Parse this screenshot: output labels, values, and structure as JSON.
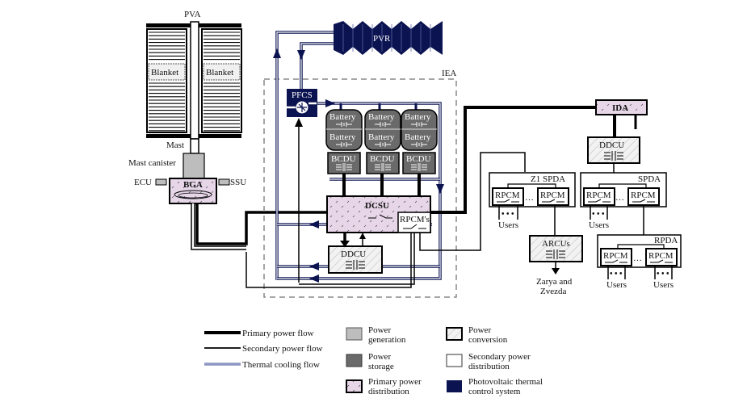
{
  "colors": {
    "navy": "#0b1350",
    "thermal": "#4a58a0",
    "thermal_light": "#aab2d8",
    "generation": "#bdbdbd",
    "storage": "#6a6a6a",
    "primary_dist": "#e6d6e8",
    "conversion_fill": "#f0f0f0",
    "black": "#000000",
    "dashed": "#888888"
  },
  "pva": {
    "label": "PVA",
    "blanket_left": "Blanket",
    "blanket_right": "Blanket"
  },
  "mast": {
    "mast_label": "Mast",
    "canister_label": "Mast canister"
  },
  "bga": {
    "label": "BGA",
    "ecu_label": "ECU",
    "ssu_label": "SSU"
  },
  "pvr": {
    "label": "PVR"
  },
  "iea": {
    "label": "IEA"
  },
  "pfcs": {
    "label": "PFCS"
  },
  "batteries": [
    {
      "top": "Battery",
      "bottom": "Battery",
      "bcdu": "BCDU"
    },
    {
      "top": "Battery",
      "bottom": "Battery",
      "bcdu": "BCDU"
    },
    {
      "top": "Battery",
      "bottom": "Battery",
      "bcdu": "BCDU"
    }
  ],
  "dcsu": {
    "label": "DCSU",
    "rpcms_label": "RPCM's"
  },
  "ddcu_iea": {
    "label": "DDCU"
  },
  "ida": {
    "label": "IDA"
  },
  "ddcu_right": {
    "label": "DDCU"
  },
  "z1_spda": {
    "label": "Z1 SPDA",
    "rpcm_left": "RPCM",
    "rpcm_right": "RPCM",
    "ellipsis": "…",
    "users": "Users",
    "users_dots": "• • •"
  },
  "spda": {
    "label": "SPDA",
    "rpcm_left": "RPCM",
    "rpcm_right": "RPCM",
    "ellipsis": "…",
    "users": "Users",
    "users_dots": "• • •"
  },
  "arcus": {
    "label": "ARCUs",
    "dest_line1": "Zarya and",
    "dest_line2": "Zvezda"
  },
  "rpda": {
    "label": "RPDA",
    "rpcm_left": "RPCM",
    "rpcm_right": "RPCM",
    "ellipsis": "…",
    "users_left": "Users",
    "users_right": "Users",
    "users_dots": "• • •"
  },
  "legend": {
    "lines": [
      {
        "label": "Primary power flow",
        "style": "primary"
      },
      {
        "label": "Secondary power flow",
        "style": "secondary"
      },
      {
        "label": "Thermal cooling flow",
        "style": "thermal"
      }
    ],
    "swatches": [
      {
        "line1": "Power",
        "line2": "generation",
        "kind": "generation"
      },
      {
        "line1": "Power",
        "line2": "storage",
        "kind": "storage"
      },
      {
        "line1": "Primary power",
        "line2": "distribution",
        "kind": "primary_dist"
      },
      {
        "line1": "Power",
        "line2": "conversion",
        "kind": "conversion"
      },
      {
        "line1": "Secondary power",
        "line2": "distribution",
        "kind": "secondary_dist"
      },
      {
        "line1": "Photovoltaic thermal",
        "line2": "control system",
        "kind": "ptcs"
      }
    ]
  }
}
